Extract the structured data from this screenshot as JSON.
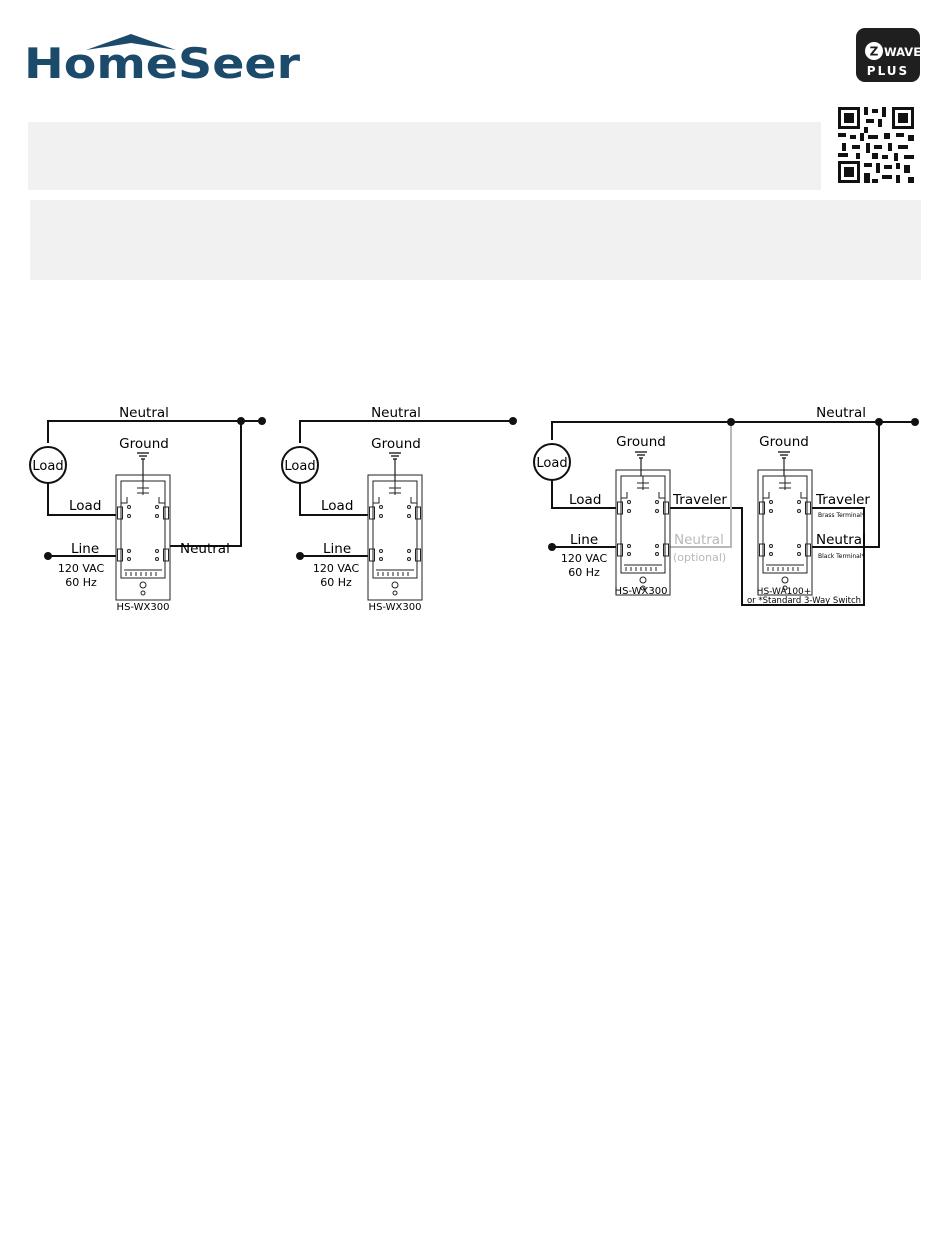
{
  "brand": {
    "logo_text": "HomeSeer",
    "logo_color": "#1b4a6b",
    "badge_top": "WAVE",
    "badge_bottom": "PLUS"
  },
  "diagrams": [
    {
      "neutral": "Neutral",
      "ground": "Ground",
      "load_circle": "Load",
      "load_wire": "Load",
      "line": "Line",
      "voltage": "120 VAC",
      "freq": "60 Hz",
      "neutral_right": "Neutral",
      "device": "HS-WX300"
    },
    {
      "neutral": "Neutral",
      "ground": "Ground",
      "load_circle": "Load",
      "load_wire": "Load",
      "line": "Line",
      "voltage": "120 VAC",
      "freq": "60 Hz",
      "device": "HS-WX300"
    },
    {
      "neutral": "Neutral",
      "ground_main": "Ground",
      "ground_aux": "Ground",
      "load_circle": "Load",
      "load_wire": "Load",
      "line": "Line",
      "voltage": "120 VAC",
      "freq": "60 Hz",
      "traveler_main": "Traveler",
      "neutral_optional": "Neutral",
      "optional": "(optional)",
      "traveler_aux": "Traveler",
      "brass": "Brass Terminal*",
      "neutral_aux": "Neutral",
      "black": "Black Terminal*",
      "device_main": "HS-WX300",
      "device_aux": "HS-WA100+",
      "device_aux_alt": "or *Standard 3-Way Switch"
    }
  ]
}
